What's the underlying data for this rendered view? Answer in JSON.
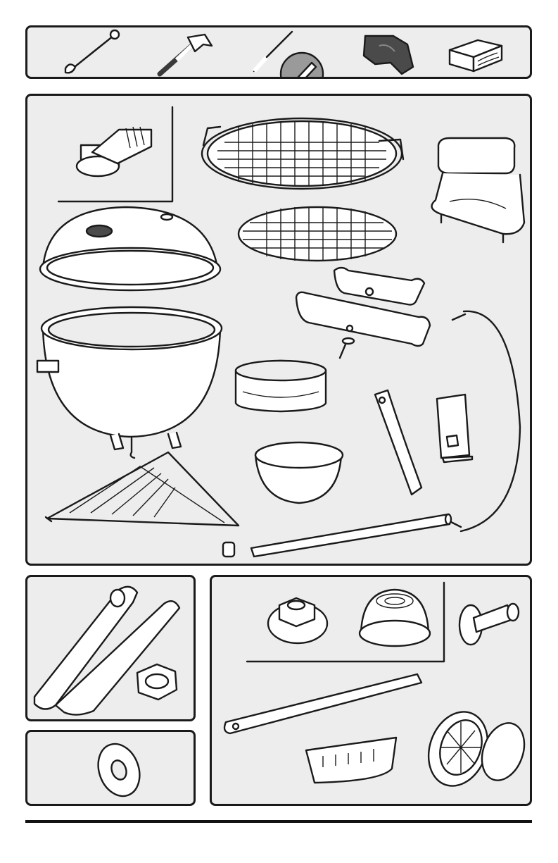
{
  "sheet": {
    "colors": {
      "panel_bg": "#ededed",
      "outline": "#1a1a1a",
      "part_fill": "#ffffff",
      "dark_fill": "#4a4a4a"
    },
    "tools_needed": [
      {
        "icon": "wrench-icon"
      },
      {
        "icon": "hammer-icon"
      },
      {
        "icon": "phillips-screwdriver-icon"
      },
      {
        "icon": "wheel-cap-tool-icon"
      },
      {
        "icon": "wood-block-icon"
      }
    ],
    "parts": [
      "carriage-bolt",
      "cooking-grate",
      "lid-handle",
      "lid",
      "charcoal-grate",
      "handle-bracket",
      "bowl",
      "vent-damper",
      "wire-leg",
      "leg-bracket",
      "heat-shield",
      "ash-pan",
      "triangle-rack",
      "rod-leg",
      "end-cap"
    ],
    "hardware": [
      "handle-tool",
      "lock-nut",
      "washer",
      "hub-nut",
      "hub-cap",
      "axle",
      "wheel-leg",
      "ash-tray",
      "wheel",
      "hubcap-disc",
      "axle-pin"
    ]
  }
}
